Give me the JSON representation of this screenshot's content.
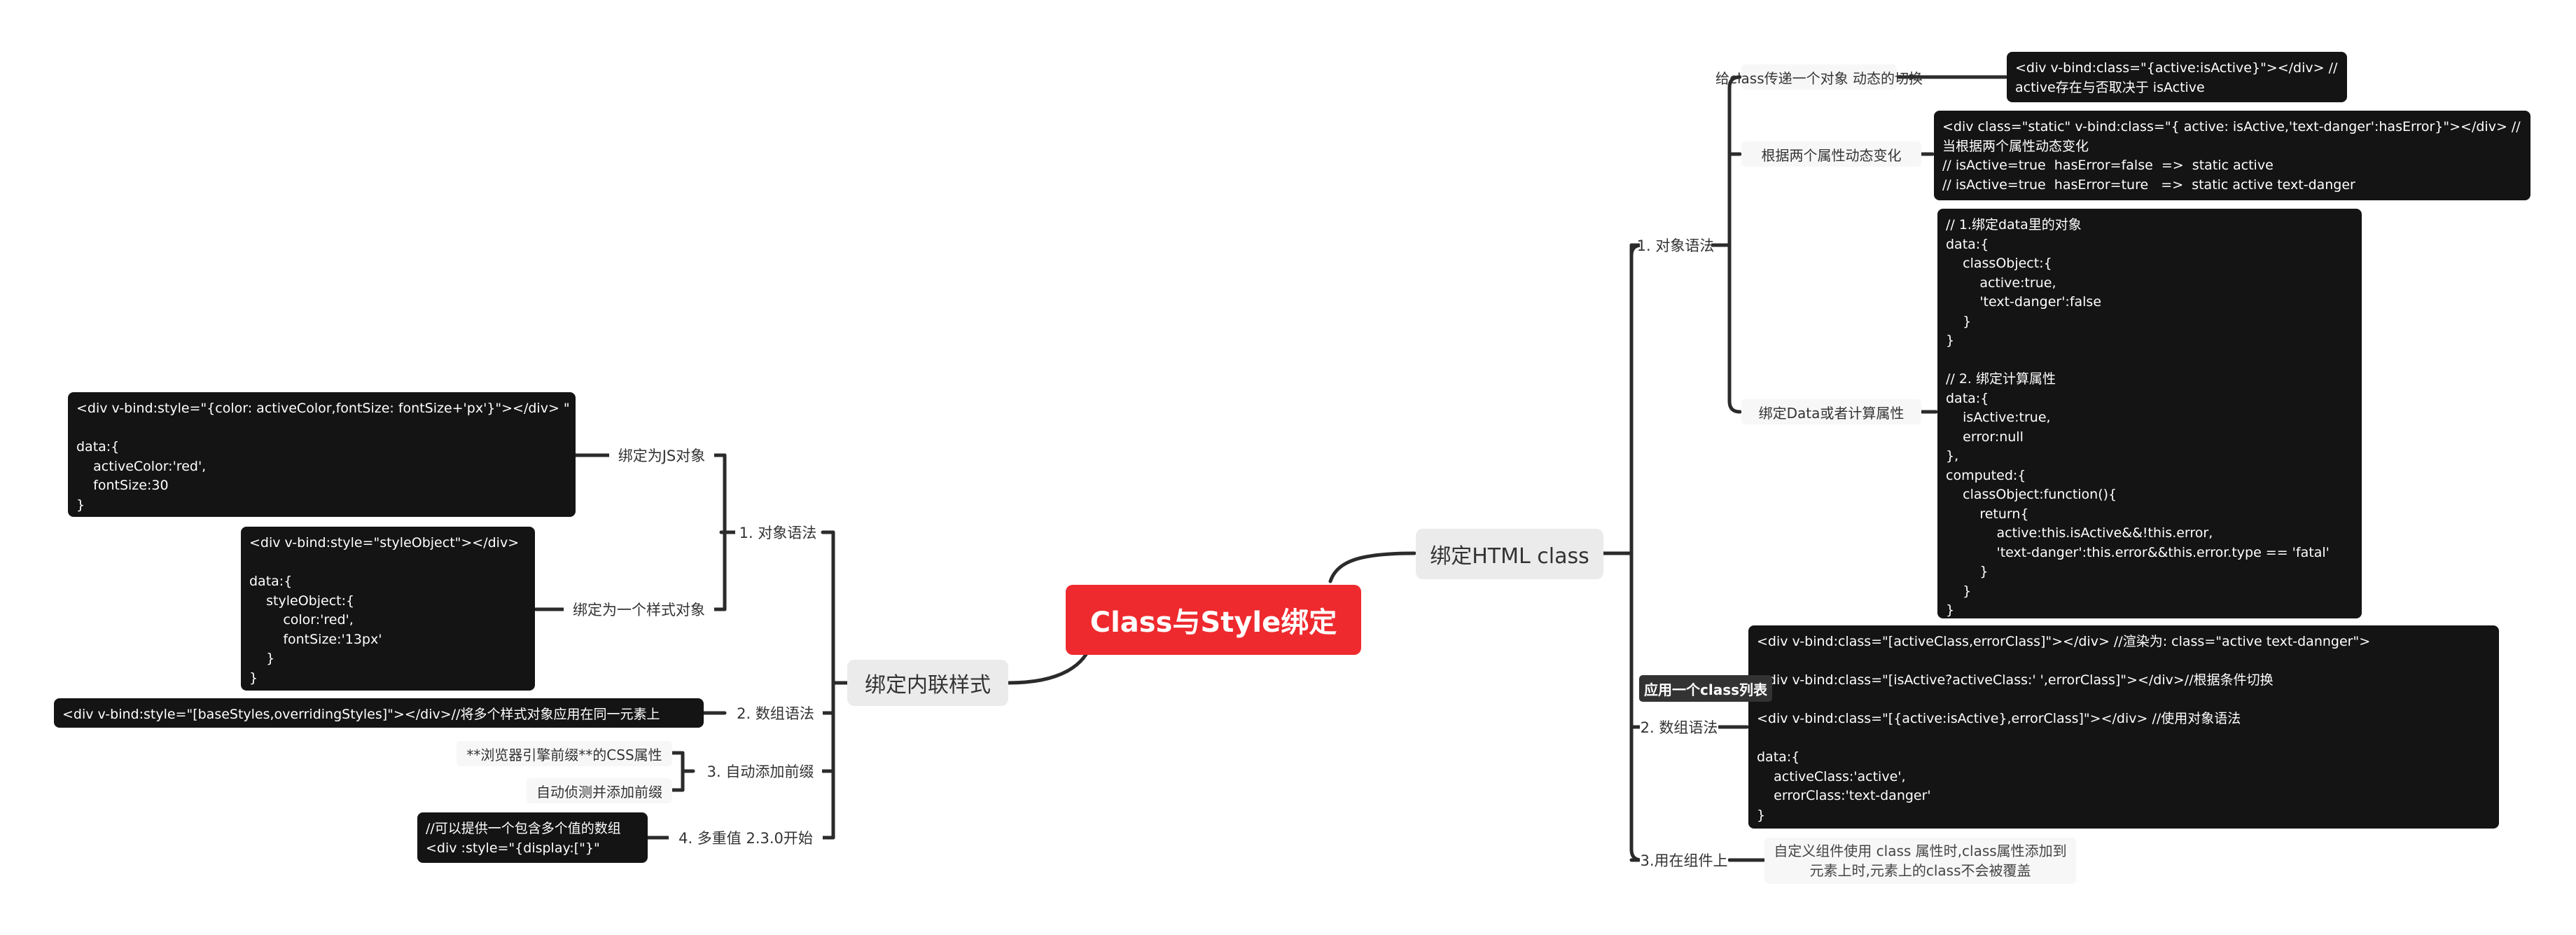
{
  "root": "Class与Style绑定",
  "colors": {
    "root": "#ee2a2e",
    "line": "#2b2b2b",
    "code_bg": "#141414",
    "main_bg": "#ebebeb"
  },
  "right": {
    "main": "绑定HTML class",
    "obj": {
      "label": "1. 对象语法",
      "toggle": {
        "label": "给class传递一个对象  动态的切换",
        "code": "<div v-bind:class=\"{active:isActive}\"></div> //\nactive存在与否取决于 isActive"
      },
      "multi": {
        "label": "根据两个属性动态变化",
        "code": "<div class=\"static\" v-bind:class=\"{ active: isActive,'text-danger':hasError}\"></div> //\n当根据两个属性动态变化\n// isActive=true  hasError=false  =>  static active\n// isActive=true  hasError=ture   =>  static active text-danger"
      },
      "computed": {
        "label": "绑定Data或者计算属性",
        "code": "// 1.绑定data里的对象\ndata:{\n    classObject:{\n        active:true,\n        'text-danger':false\n    }\n}\n\n// 2. 绑定计算属性\ndata:{\n    isActive:true,\n    error:null\n},\ncomputed:{\n    classObject:function(){\n        return{\n            active:this.isActive&&!this.error,\n            'text-danger':this.error&&this.error.type == 'fatal'\n        }\n    }\n}"
      }
    },
    "arr": {
      "label": "2. 数组语法",
      "tag": "应用一个class列表",
      "code": "<div v-bind:class=\"[activeClass,errorClass]\"></div> //渲染为: class=\"active text-dannger\">\n\n<div v-bind:class=\"[isActive?activeClass:' ',errorClass]\"></div>//根据条件切换\n\n<div v-bind:class=\"[{active:isActive},errorClass]\"></div> //使用对象语法\n\ndata:{\n    activeClass:'active',\n    errorClass:'text-danger'\n}"
    },
    "comp": {
      "label": "3.用在组件上",
      "text": "自定义组件使用 class 属性时,class属性添加到\n元素上时,元素上的class不会被覆盖"
    }
  },
  "left": {
    "main": "绑定内联样式",
    "obj": {
      "label": "1. 对象语法",
      "js": {
        "label": "绑定为JS对象",
        "code": "<div v-bind:style=\"{color: activeColor,fontSize: fontSize+'px'}\"></div> \"\n\ndata:{\n    activeColor:'red',\n    fontSize:30\n}"
      },
      "styleobj": {
        "label": "绑定为一个样式对象",
        "code": "<div v-bind:style=\"styleObject\"></div>\n\ndata:{\n    styleObject:{\n        color:'red',\n        fontSize:'13px'\n    }\n}"
      }
    },
    "arr": {
      "label": "2. 数组语法",
      "code": "<div v-bind:style=\"[baseStyles,overridingStyles]\"></div>//将多个样式对象应用在同一元素上"
    },
    "prefix": {
      "label": "3. 自动添加前缀",
      "items": [
        "**浏览器引擎前缀**的CSS属性",
        "自动侦测并添加前缀"
      ]
    },
    "multi": {
      "label": "4. 多重值 2.3.0开始",
      "code": "//可以提供一个包含多个值的数组\n<div :style=\"{display:[\"}\""
    }
  }
}
